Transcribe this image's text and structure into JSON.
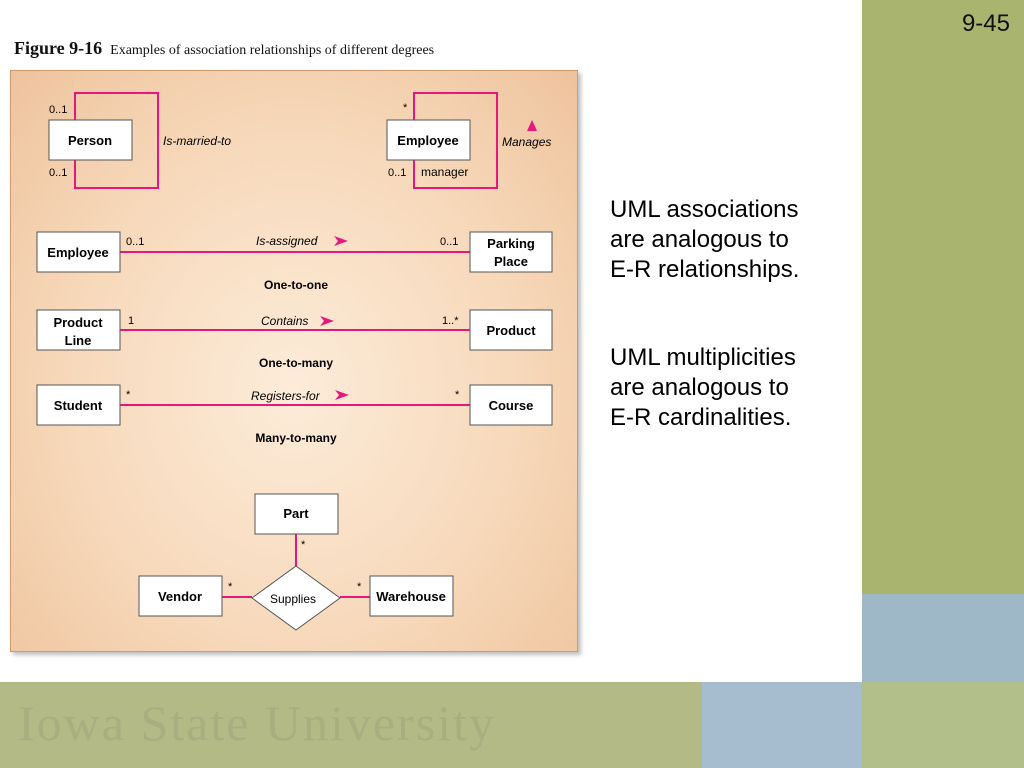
{
  "slide": {
    "number": "9-45",
    "footer_text": "Iowa State University"
  },
  "figure": {
    "label": "Figure 9-16",
    "caption": "Examples of association relationships of different degrees",
    "unary": {
      "person": {
        "class": "Person",
        "mult_top": "0..1",
        "mult_bottom": "0..1",
        "association": "Is-married-to"
      },
      "employee": {
        "class": "Employee",
        "mult_top": "*",
        "mult_bottom": "0..1",
        "role": "manager",
        "association": "Manages"
      }
    },
    "binary": [
      {
        "left": "Employee",
        "left_mult": "0..1",
        "association": "Is-assigned",
        "right_mult": "0..1",
        "right_line1": "Parking",
        "right_line2": "Place",
        "caption": "One-to-one"
      },
      {
        "left_line1": "Product",
        "left_line2": "Line",
        "left_mult": "1",
        "association": "Contains",
        "right_mult": "1..*",
        "right": "Product",
        "caption": "One-to-many"
      },
      {
        "left": "Student",
        "left_mult": "*",
        "association": "Registers-for",
        "right_mult": "*",
        "right": "Course",
        "caption": "Many-to-many"
      }
    ],
    "ternary": {
      "top": "Part",
      "top_mult": "*",
      "left": "Vendor",
      "left_mult": "*",
      "right": "Warehouse",
      "right_mult": "*",
      "association": "Supplies"
    }
  },
  "bullets": [
    [
      "UML associations",
      "are analogous to",
      "E-R relationships."
    ],
    [
      "UML multiplicities",
      "are analogous to",
      "E-R cardinalities."
    ]
  ],
  "colors": {
    "association_line": "#e6177d",
    "sidebar": "#a9b56f",
    "footer": "#b3ba86"
  }
}
